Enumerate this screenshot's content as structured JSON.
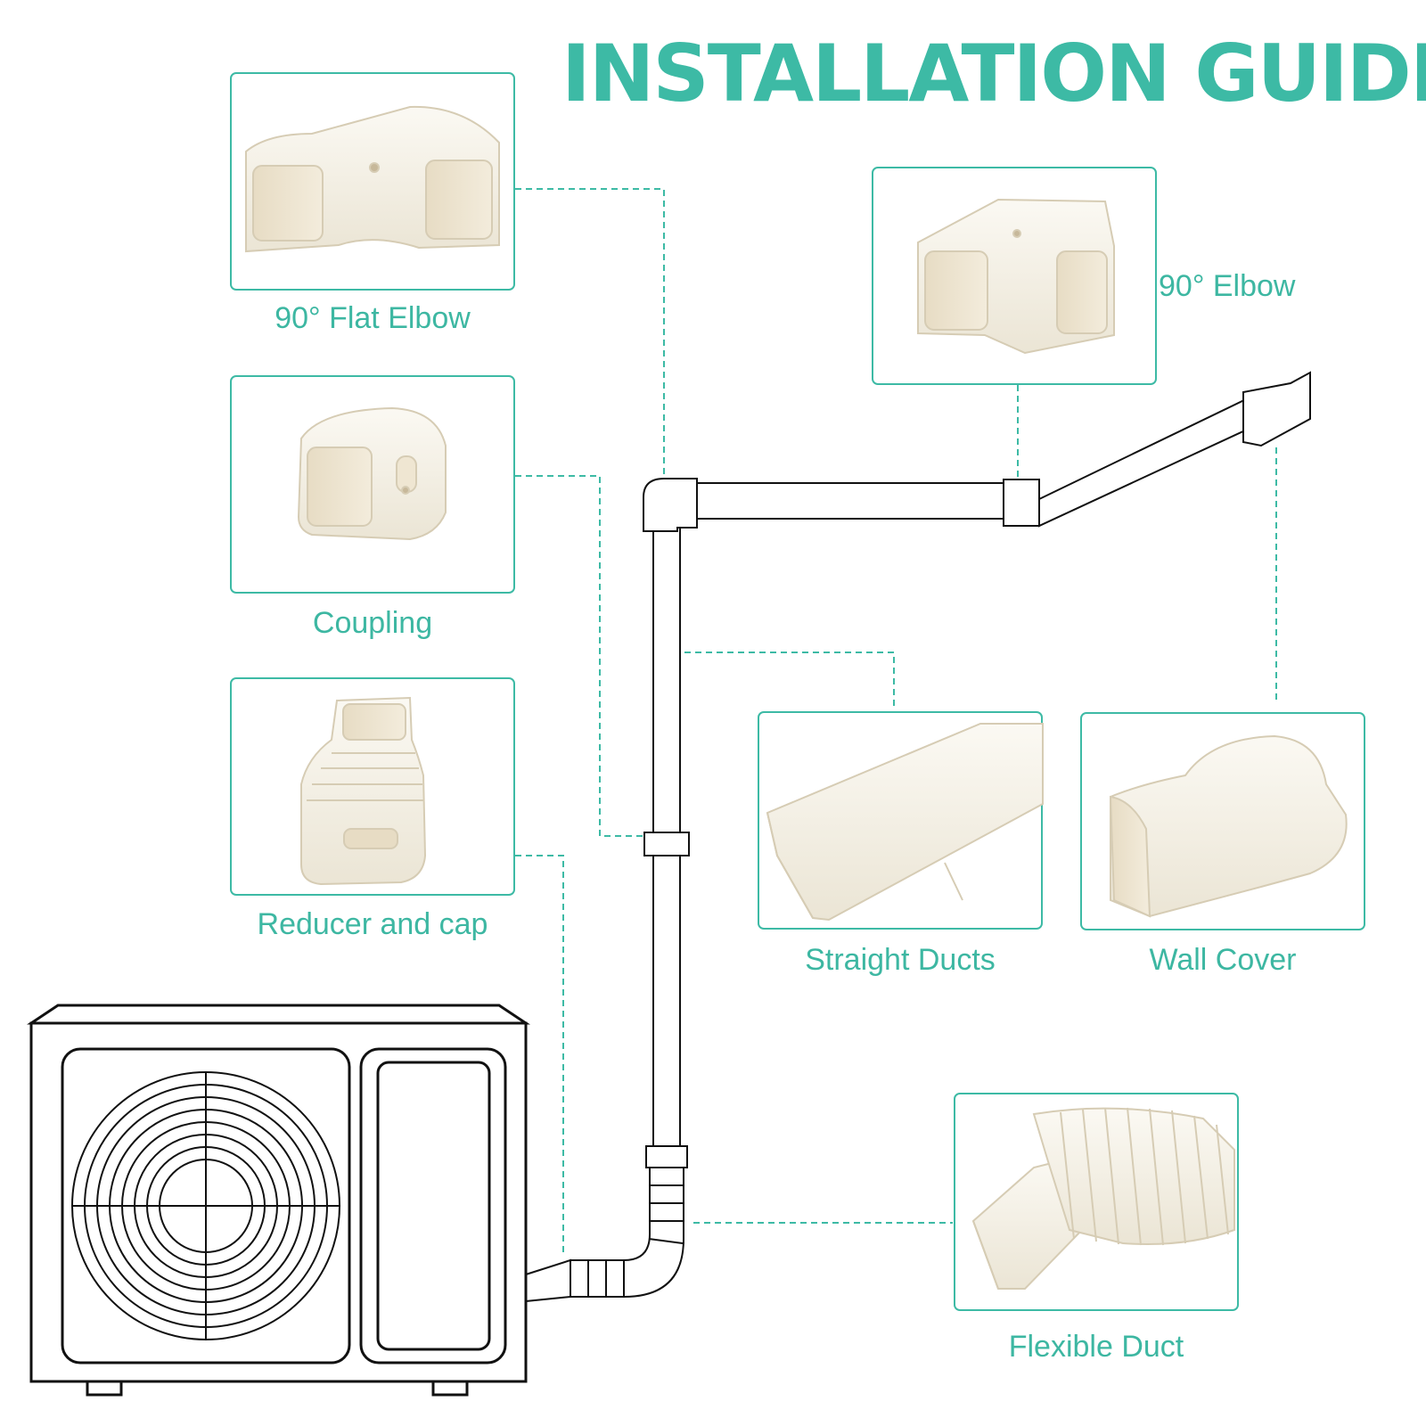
{
  "title": "INSTALLATION GUIDE",
  "colors": {
    "accent": "#3dbaa5",
    "outline": "#111111",
    "part_fill": "#f6f3ea"
  },
  "parts": [
    {
      "id": "flat-elbow",
      "label": "90° Flat Elbow"
    },
    {
      "id": "coupling",
      "label": "Coupling"
    },
    {
      "id": "reducer",
      "label": "Reducer and cap"
    },
    {
      "id": "elbow",
      "label": "90° Elbow"
    },
    {
      "id": "straight-ducts",
      "label": "Straight Ducts"
    },
    {
      "id": "wall-cover",
      "label": "Wall Cover"
    },
    {
      "id": "flexible-duct",
      "label": "Flexible Duct"
    }
  ]
}
